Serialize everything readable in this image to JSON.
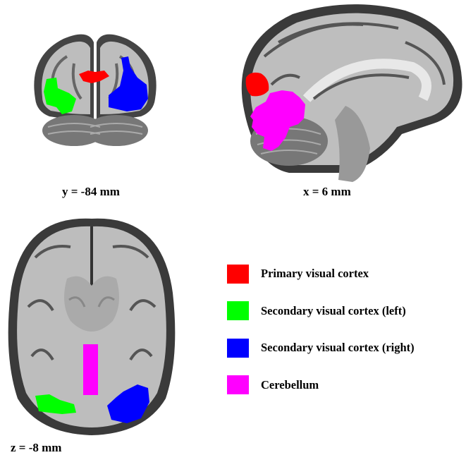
{
  "panels": {
    "coronal": {
      "caption": "y = -84 mm"
    },
    "sagittal": {
      "caption": "x = 6 mm"
    },
    "axial": {
      "caption": "z = -8 mm"
    }
  },
  "legend": {
    "items": [
      {
        "label": "Primary visual cortex",
        "color": "#ff0000"
      },
      {
        "label": "Secondary visual cortex (left)",
        "color": "#00ff00"
      },
      {
        "label": "Secondary visual cortex (right)",
        "color": "#0000ff"
      },
      {
        "label": "Cerebellum",
        "color": "#ff00ff"
      }
    ]
  }
}
